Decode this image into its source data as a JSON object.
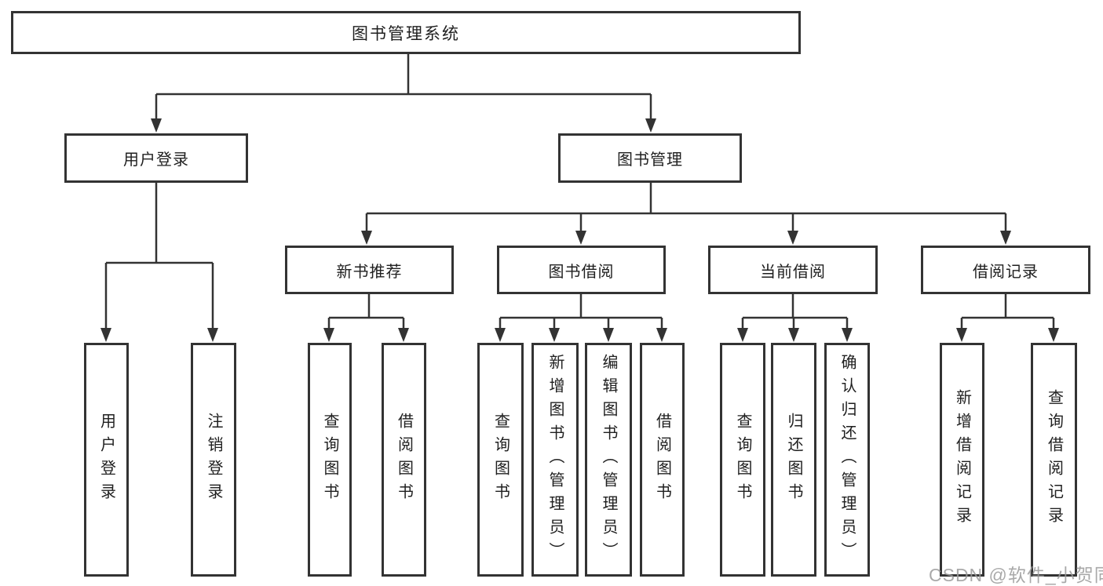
{
  "tree": {
    "label": "图书管理系统",
    "children": [
      {
        "label": "用户登录",
        "children": [
          {
            "label": "用户登录"
          },
          {
            "label": "注销登录"
          }
        ]
      },
      {
        "label": "图书管理",
        "children": [
          {
            "label": "新书推荐",
            "children": [
              {
                "label": "查询图书"
              },
              {
                "label": "借阅图书"
              }
            ]
          },
          {
            "label": "图书借阅",
            "children": [
              {
                "label": "查询图书"
              },
              {
                "label": "新增图书（管理员）"
              },
              {
                "label": "编辑图书（管理员）"
              },
              {
                "label": "借阅图书"
              }
            ]
          },
          {
            "label": "当前借阅",
            "children": [
              {
                "label": "查询图书"
              },
              {
                "label": "归还图书"
              },
              {
                "label": "确认归还（管理员）"
              }
            ]
          },
          {
            "label": "借阅记录",
            "children": [
              {
                "label": "新增借阅记录"
              },
              {
                "label": "查询借阅记录"
              }
            ]
          }
        ]
      }
    ]
  },
  "watermark": "CSDN @软件_小贺同学",
  "colors": {
    "line": "#333333",
    "text": "#1f1f1f",
    "watermark": "#9b9b9b",
    "background": "#ffffff"
  }
}
